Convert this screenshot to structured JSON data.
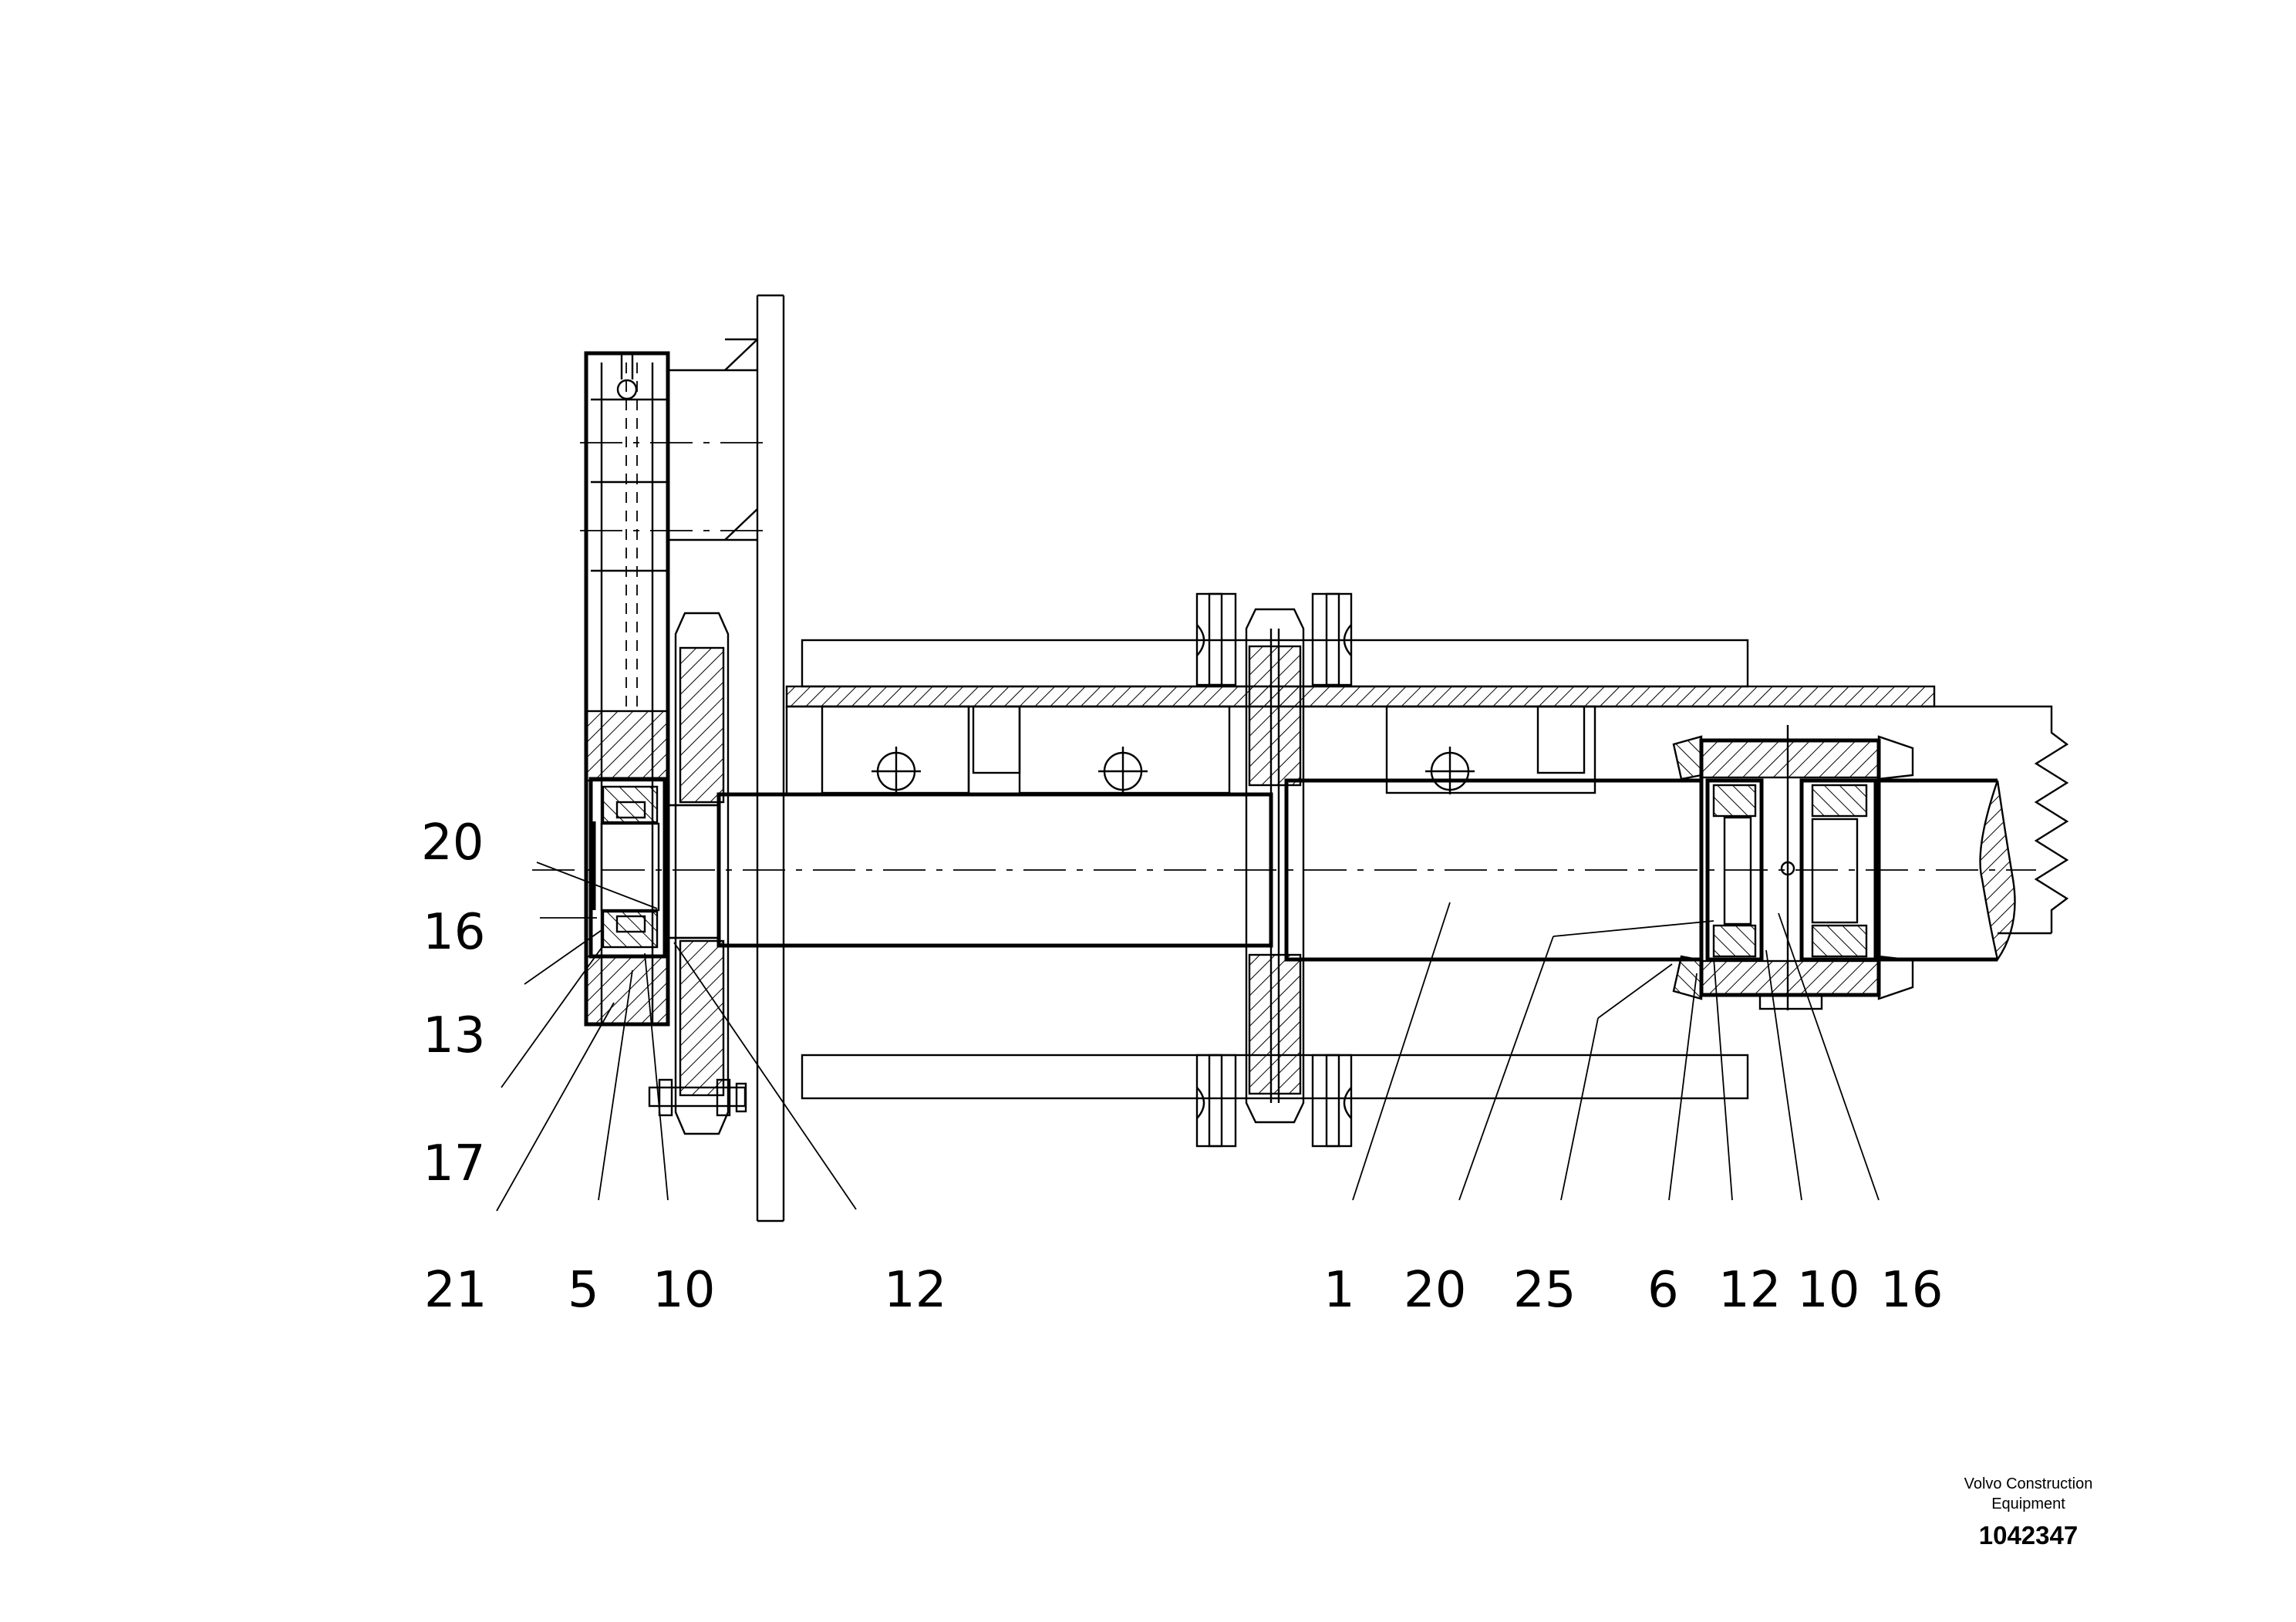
{
  "callouts": {
    "left": {
      "c20": "20",
      "c16": "16",
      "c13": "13",
      "c17": "17"
    },
    "bottom": {
      "c21": "21",
      "c5": "5",
      "c10a": "10",
      "c12a": "12",
      "c1": "1",
      "c20b": "20",
      "c25": "25",
      "c6": "6",
      "c12b": "12",
      "c10b": "10",
      "c16b": "16"
    }
  },
  "title_block": {
    "brand_line1": "Volvo Construction",
    "brand_line2": "Equipment",
    "drawing_number": "1042347"
  }
}
